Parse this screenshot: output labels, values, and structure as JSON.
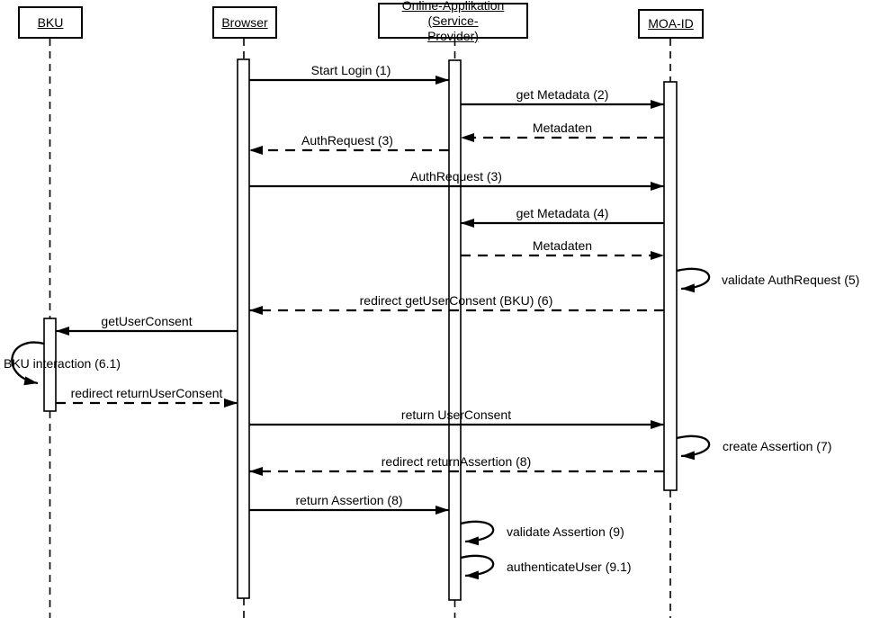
{
  "diagram": {
    "kind": "uml-sequence-diagram",
    "colors": {
      "stroke": "#000000",
      "background": "#ffffff"
    },
    "actors": [
      {
        "id": "bku",
        "label": "BKU"
      },
      {
        "id": "browser",
        "label": "Browser"
      },
      {
        "id": "online-app",
        "label_lines": [
          "Online-Applikation (Service-",
          "Provider)"
        ]
      },
      {
        "id": "moa-id",
        "label": "MOA-ID"
      }
    ],
    "messages": [
      {
        "label": "Start Login (1)",
        "from": "browser",
        "to": "online-app",
        "style": "solid"
      },
      {
        "label": "get Metadata (2)",
        "from": "online-app",
        "to": "moa-id",
        "style": "solid"
      },
      {
        "label": "Metadaten",
        "from": "moa-id",
        "to": "online-app",
        "style": "dashed"
      },
      {
        "label": "AuthRequest (3)",
        "from": "online-app",
        "to": "browser",
        "style": "dashed"
      },
      {
        "label": "AuthRequest (3)",
        "from": "browser",
        "to": "moa-id",
        "style": "solid"
      },
      {
        "label": "get Metadata (4)",
        "from": "moa-id",
        "to": "online-app",
        "style": "solid"
      },
      {
        "label": "Metadaten",
        "from": "online-app",
        "to": "moa-id",
        "style": "dashed"
      },
      {
        "label": "validate AuthRequest (5)",
        "actor": "moa-id",
        "style": "self-loop"
      },
      {
        "label": "redirect getUserConsent (BKU) (6)",
        "from": "moa-id",
        "to": "browser",
        "style": "dashed"
      },
      {
        "label": "getUserConsent",
        "from": "browser",
        "to": "bku",
        "style": "solid"
      },
      {
        "label": "BKU interaction (6.1)",
        "actor": "bku",
        "style": "self-loop"
      },
      {
        "label": "redirect returnUserConsent",
        "from": "bku",
        "to": "browser",
        "style": "dashed"
      },
      {
        "label": "return UserConsent",
        "from": "browser",
        "to": "moa-id",
        "style": "solid"
      },
      {
        "label": "create Assertion (7)",
        "actor": "moa-id",
        "style": "self-loop"
      },
      {
        "label": "redirect returnAssertion (8)",
        "from": "moa-id",
        "to": "browser",
        "style": "dashed"
      },
      {
        "label": "return Assertion (8)",
        "from": "browser",
        "to": "online-app",
        "style": "solid"
      },
      {
        "label": "validate Assertion (9)",
        "actor": "online-app",
        "style": "self-loop"
      },
      {
        "label": "authenticateUser (9.1)",
        "actor": "online-app",
        "style": "self-loop"
      }
    ]
  }
}
